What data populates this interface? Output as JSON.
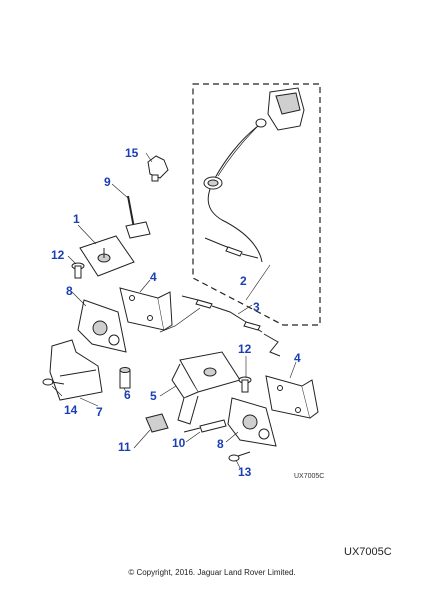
{
  "diagram": {
    "callouts": [
      {
        "id": "c15",
        "text": "15"
      },
      {
        "id": "c9",
        "text": "9"
      },
      {
        "id": "c1",
        "text": "1"
      },
      {
        "id": "c12a",
        "text": "12"
      },
      {
        "id": "c4a",
        "text": "4"
      },
      {
        "id": "c2",
        "text": "2"
      },
      {
        "id": "c3",
        "text": "3"
      },
      {
        "id": "c8a",
        "text": "8"
      },
      {
        "id": "c12b",
        "text": "12"
      },
      {
        "id": "c4b",
        "text": "4"
      },
      {
        "id": "c6",
        "text": "6"
      },
      {
        "id": "c5",
        "text": "5"
      },
      {
        "id": "c14",
        "text": "14"
      },
      {
        "id": "c7",
        "text": "7"
      },
      {
        "id": "c11",
        "text": "11"
      },
      {
        "id": "c10",
        "text": "10"
      },
      {
        "id": "c8b",
        "text": "8"
      },
      {
        "id": "c13",
        "text": "13"
      }
    ],
    "reference_small": "UX7005C",
    "reference_large": "UX7005C",
    "copyright": "© Copyright, 2016. Jaguar Land Rover Limited.",
    "colors": {
      "callout": "#1a3fb5",
      "line": "#222222",
      "part_fill": "#ffffff",
      "shade": "#cfcfcf"
    }
  }
}
